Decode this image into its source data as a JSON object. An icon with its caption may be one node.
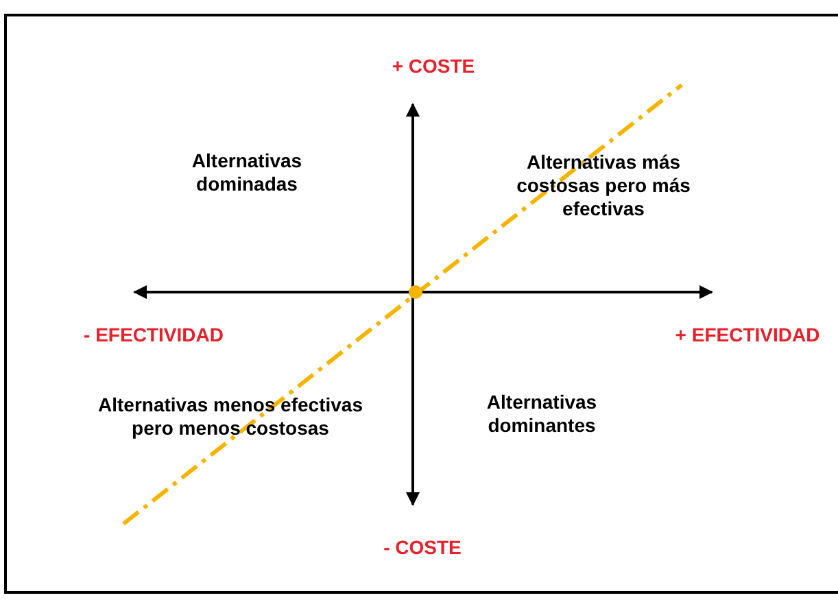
{
  "diagram": {
    "labels": [
      "+ COSTE",
      "Alternativas dominadas",
      "Alternativas más costosas pero más efectivas",
      "- EFECTIVIDAD",
      "+ EFECTIVIDAD",
      "Alternativas menos efectivas pero menos costosas",
      "Alternativas dominantes",
      "- COSTE"
    ]
  }
}
